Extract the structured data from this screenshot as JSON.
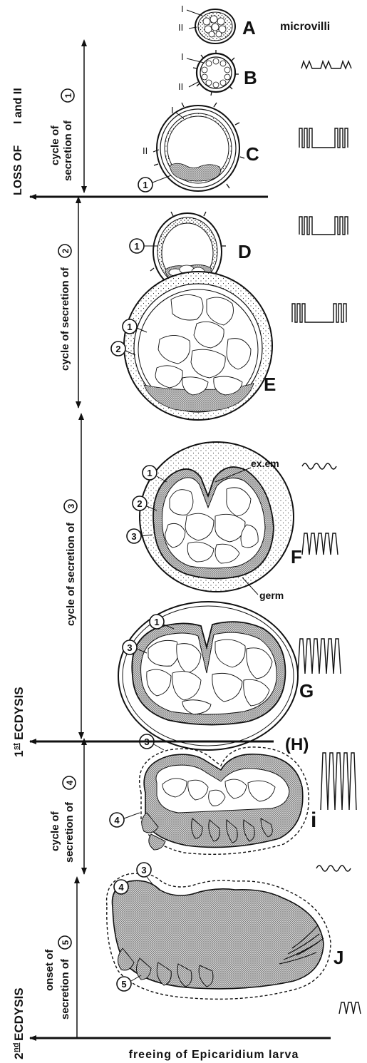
{
  "panels": {
    "A": "A",
    "B": "B",
    "C": "C",
    "D": "D",
    "E": "E",
    "F": "F",
    "G": "G",
    "H": "(H)",
    "I": "i",
    "J": "J"
  },
  "labels": {
    "microvilli": "microvilli",
    "ex_em": "ex.em",
    "germ": "germ",
    "I": "I",
    "II": "II"
  },
  "layer_numbers": [
    "1",
    "2",
    "3",
    "4",
    "5"
  ],
  "side_labels": {
    "loss": "LOSS OF",
    "loss_roman": "I and II",
    "cycle1_a": "cycle of",
    "cycle1_b": "secretion of",
    "cycle2": "cycle of secretion of",
    "cycle3": "cycle of secretion of",
    "ecdysis1_num": "1",
    "ecdysis1_sup": "st",
    "ecdysis1_word": "ECDYSIS",
    "cycle4_a": "cycle of",
    "cycle4_b": "secretion of",
    "onset5_a": "onset of",
    "onset5_b": "secretion of",
    "ecdysis2_num": "2",
    "ecdysis2_sup": "nd",
    "ecdysis2_word": "ECDYSIS"
  },
  "footer": "freeing of Epicaridium larva"
}
